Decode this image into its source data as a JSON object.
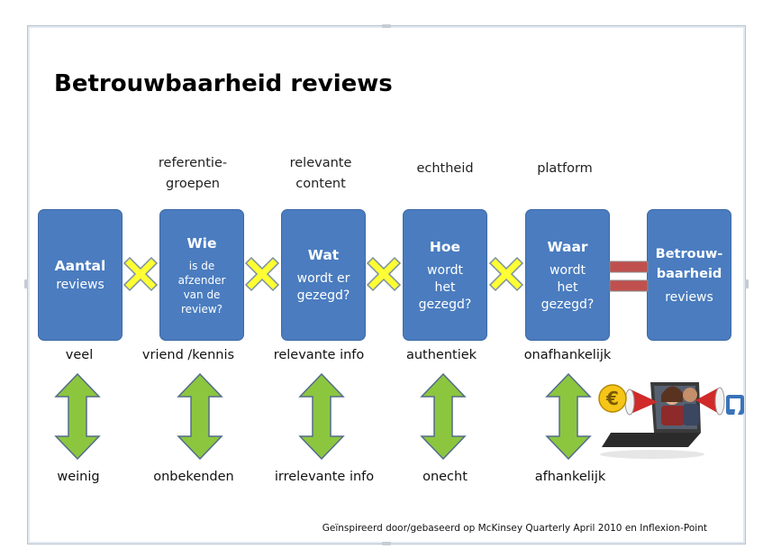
{
  "title": "Betrouwbaarheid reviews",
  "top_labels": [
    "referentie-\ngroepen",
    "relevante\ncontent",
    "echtheid",
    "platform"
  ],
  "boxes": [
    {
      "head": "Aantal",
      "sub": "reviews"
    },
    {
      "head": "Wie",
      "sub": "is de\nafzender\nvan de\nreview?"
    },
    {
      "head": "Wat",
      "sub": "wordt er\ngezegd?"
    },
    {
      "head": "Hoe",
      "sub": "wordt\nhet\ngezegd?"
    },
    {
      "head": "Waar",
      "sub": "wordt\nhet\ngezegd?"
    },
    {
      "head": "Betrouw-\nbaarheid",
      "sub": "reviews"
    }
  ],
  "high_labels": [
    "veel",
    "vriend /kennis",
    "relevante info",
    "authentiek",
    "onafhankelijk"
  ],
  "low_labels": [
    "weinig",
    "onbekenden",
    "irrelevante info",
    "onecht",
    "afhankelijk"
  ],
  "footer": "Geïnspireerd door/gebaseerd op McKinsey Quarterly April 2010 en Inflexion-Point",
  "colors": {
    "box": "#4a7cbf",
    "cross": "#ffff33",
    "arrow": "#8cc63f",
    "equals": "#c0504d"
  },
  "icons": [
    "multiply-cross-icon",
    "equals-sign-icon",
    "double-arrow-icon",
    "euro-icon",
    "megaphone-icon",
    "laptop-icon",
    "thumbs-down-icon"
  ]
}
